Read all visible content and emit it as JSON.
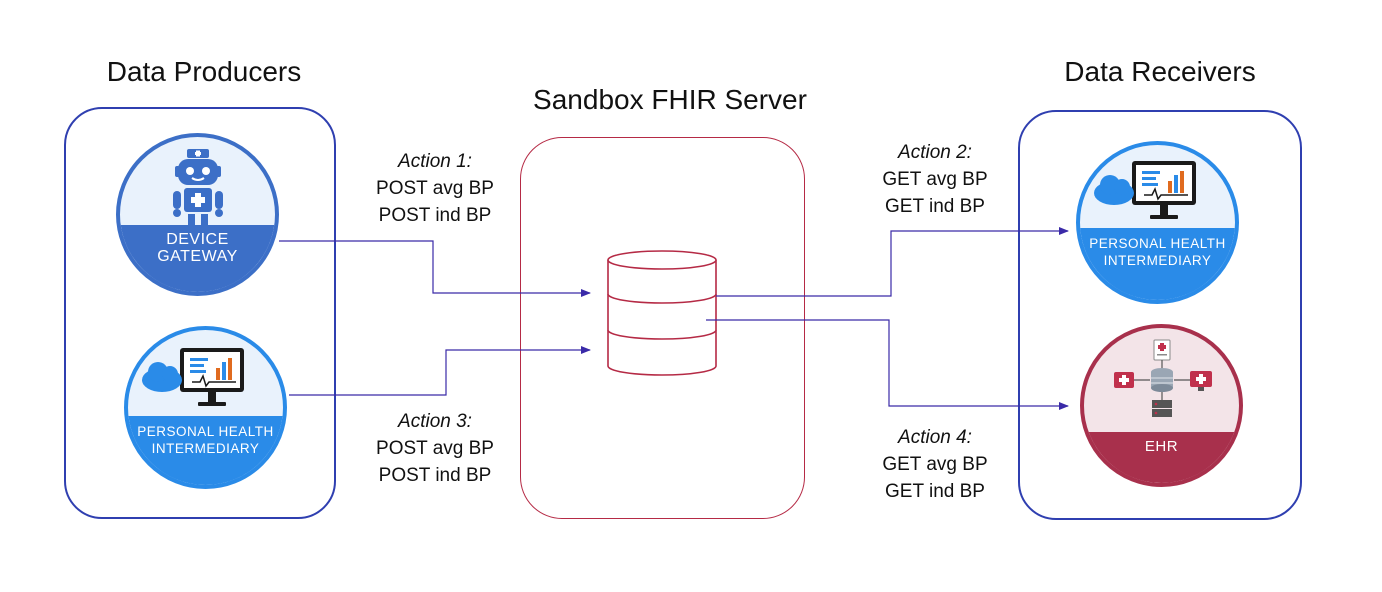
{
  "titles": {
    "producers": "Data Producers",
    "server": "Sandbox FHIR Server",
    "receivers": "Data Receivers"
  },
  "nodes": {
    "device_gateway": {
      "line1": "DEVICE",
      "line2": "GATEWAY",
      "icon": "robot-nurse-icon"
    },
    "phi_producer": {
      "line1": "PERSONAL HEALTH",
      "line2": "INTERMEDIARY",
      "icon": "cloud-monitor-icon"
    },
    "phi_receiver": {
      "line1": "PERSONAL HEALTH",
      "line2": "INTERMEDIARY",
      "icon": "cloud-monitor-icon"
    },
    "ehr": {
      "label": "EHR",
      "icon": "ehr-network-icon"
    }
  },
  "actions": [
    {
      "head": "Action 1:",
      "line1": "POST avg BP",
      "line2": "POST ind BP"
    },
    {
      "head": "Action 2:",
      "line1": "GET avg BP",
      "line2": "GET ind BP"
    },
    {
      "head": "Action 3:",
      "line1": "POST avg BP",
      "line2": "POST ind BP"
    },
    {
      "head": "Action 4:",
      "line1": "GET avg BP",
      "line2": "GET ind BP"
    }
  ],
  "colors": {
    "group_border": "#2f3fb0",
    "server_border": "#b52a45",
    "arrow": "#3a2aa8",
    "device_band": "#3c6fc7",
    "phi_band": "#2a8be8",
    "ehr_band": "#a8304c"
  }
}
